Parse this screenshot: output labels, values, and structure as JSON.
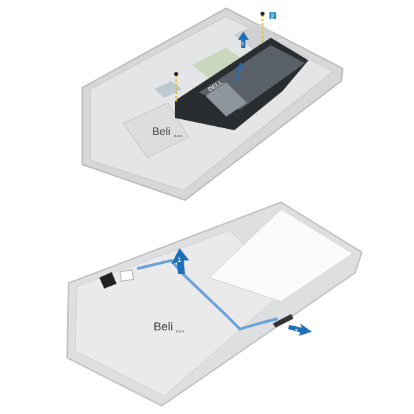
{
  "top_figure": {
    "step_labels": [
      "1",
      "2"
    ],
    "battery_brand": "DELL",
    "watermark": {
      "name": "Beli",
      "suffix": "d.o.o."
    }
  },
  "bottom_figure": {
    "step_labels": [
      "1",
      "2"
    ],
    "watermark": {
      "name": "Beli",
      "suffix": "d.o.o."
    }
  },
  "colors": {
    "arrow": "#1f6fb8",
    "label_box": "#1e8ad6",
    "battery": "#2a2d30",
    "chassis": "#d9dadb",
    "cable": "#6a9fd8"
  }
}
